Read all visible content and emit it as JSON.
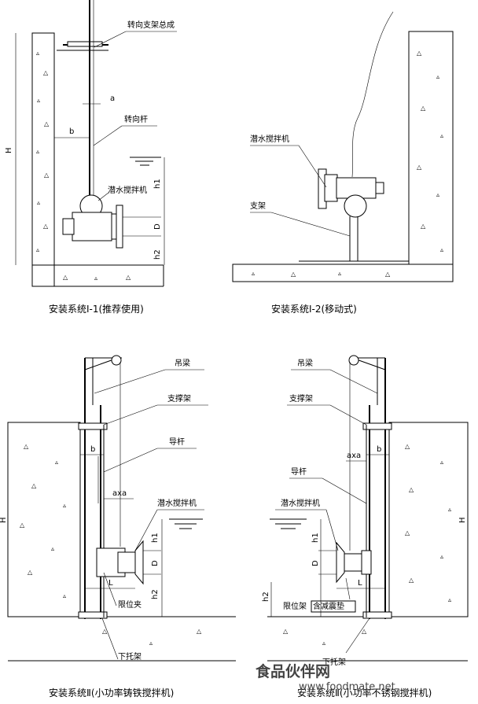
{
  "panel1": {
    "label_support": "转向支架总成",
    "label_rod": "转向杆",
    "label_mixer": "潜水搅拌机",
    "dim_a": "a",
    "dim_b": "b",
    "dim_H": "H",
    "dim_h1": "h1",
    "dim_D": "D",
    "dim_h2": "h2",
    "caption": "安装系统Ⅰ-1(推荐使用)"
  },
  "panel2": {
    "label_mixer": "潜水搅拌机",
    "label_stand": "支架",
    "caption": "安装系统Ⅰ-2(移动式)"
  },
  "panel3": {
    "label_beam": "吊梁",
    "label_brace": "支撑架",
    "label_guide": "导杆",
    "label_mixer": "潜水搅拌机",
    "label_clamp": "限位夹",
    "label_bracket": "下托架",
    "dim_b": "b",
    "dim_axa": "axa",
    "dim_H": "H",
    "dim_h1": "h1",
    "dim_D": "D",
    "dim_L": "L",
    "dim_h2": "h2",
    "caption": "安装系统Ⅱ(小功率铸铁搅拌机)"
  },
  "panel4": {
    "label_beam": "吊梁",
    "label_brace": "支撑架",
    "label_guide": "导杆",
    "label_mixer": "潜水搅拌机",
    "label_limit": "限位架",
    "label_damper": "含减震垫",
    "label_bracket": "下托架",
    "dim_b": "b",
    "dim_axa": "axa",
    "dim_H": "H",
    "dim_h1": "h1",
    "dim_D": "D",
    "dim_L": "L",
    "dim_h2": "h2",
    "caption": "安装系统Ⅱ(小功率不锈钢搅拌机)"
  },
  "watermark": {
    "cn": "食品伙伴网",
    "url": "www.foodmate.net"
  }
}
